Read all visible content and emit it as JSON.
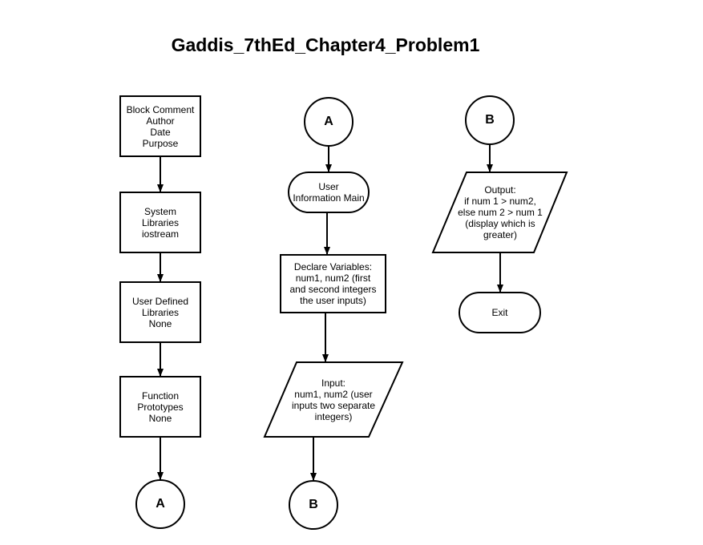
{
  "title": "Gaddis_7thEd_Chapter4_Problem1",
  "column1": {
    "block_comment": "Block Comment\nAuthor\nDate\nPurpose",
    "system_libraries": "System\nLibraries\niostream",
    "user_libraries": "User Defined\nLibraries\nNone",
    "function_prototypes": "Function\nPrototypes\nNone",
    "connector": "A"
  },
  "column2": {
    "connector_in": "A",
    "main": "User\nInformation Main",
    "declare": "Declare Variables:\nnum1, num2 (first\nand second integers\nthe user inputs)",
    "input": "Input:\nnum1, num2 (user\ninputs two separate\nintegers)",
    "connector_out": "B"
  },
  "column3": {
    "connector_in": "B",
    "output": "Output:\nif num 1 > num2,\nelse num 2 > num 1\n(display which is\ngreater)",
    "exit": "Exit"
  }
}
